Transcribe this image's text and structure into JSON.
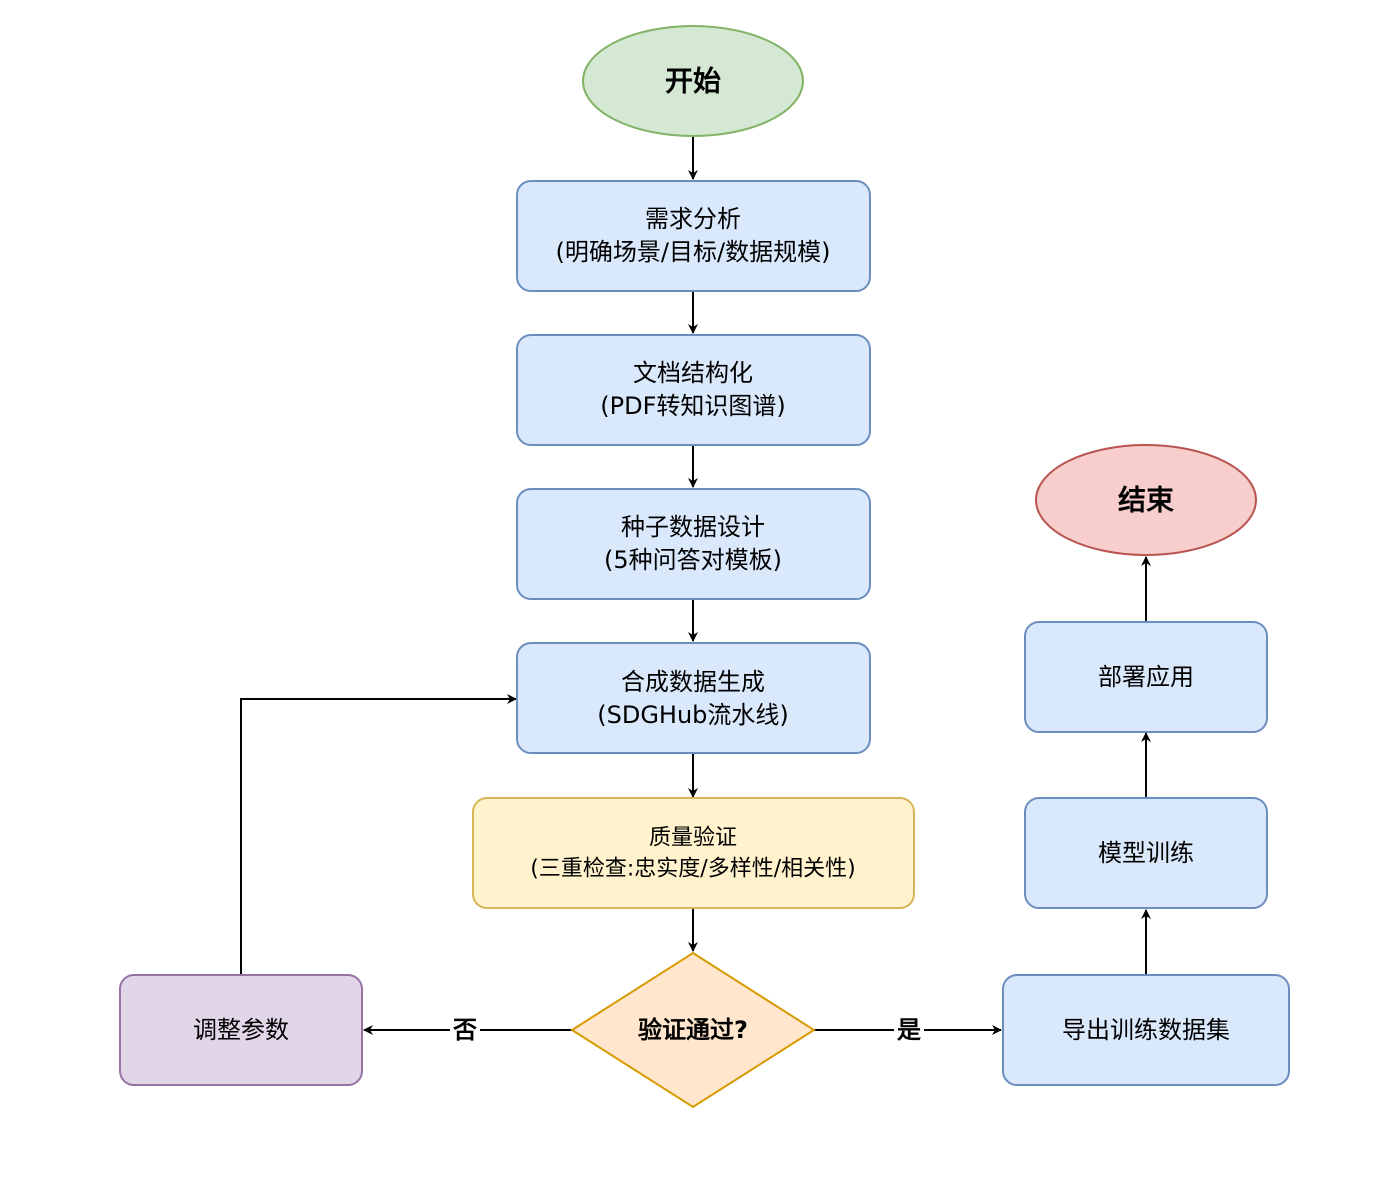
{
  "nodes": {
    "start": {
      "lines": [
        "开始"
      ]
    },
    "requirements": {
      "lines": [
        "需求分析",
        "(明确场景/目标/数据规模)"
      ]
    },
    "doc_structuring": {
      "lines": [
        "文档结构化",
        "(PDF转知识图谱)"
      ]
    },
    "seed_design": {
      "lines": [
        "种子数据设计",
        "(5种问答对模板)"
      ]
    },
    "synthesis": {
      "lines": [
        "合成数据生成",
        "(SDGHub流水线)"
      ]
    },
    "quality_check": {
      "lines": [
        "质量验证",
        "(三重检查:忠实度/多样性/相关性)"
      ]
    },
    "decision": {
      "lines": [
        "验证通过?"
      ]
    },
    "adjust_params": {
      "lines": [
        "调整参数"
      ]
    },
    "export_dataset": {
      "lines": [
        "导出训练数据集"
      ]
    },
    "model_training": {
      "lines": [
        "模型训练"
      ]
    },
    "deploy": {
      "lines": [
        "部署应用"
      ]
    },
    "end": {
      "lines": [
        "结束"
      ]
    }
  },
  "edge_labels": {
    "no": "否",
    "yes": "是"
  },
  "colors": {
    "process_fill": "#dae8fc",
    "process_stroke": "#6c8ebf",
    "start_fill": "#d5e8d4",
    "start_stroke": "#82b366",
    "end_fill": "#f8cecc",
    "end_stroke": "#b85450",
    "check_fill": "#fff2cc",
    "check_stroke": "#d6b656",
    "decision_fill": "#ffe6cc",
    "decision_stroke": "#d79b00",
    "adjust_fill": "#e1d5e7",
    "adjust_stroke": "#9673a6",
    "edge": "#000000"
  }
}
